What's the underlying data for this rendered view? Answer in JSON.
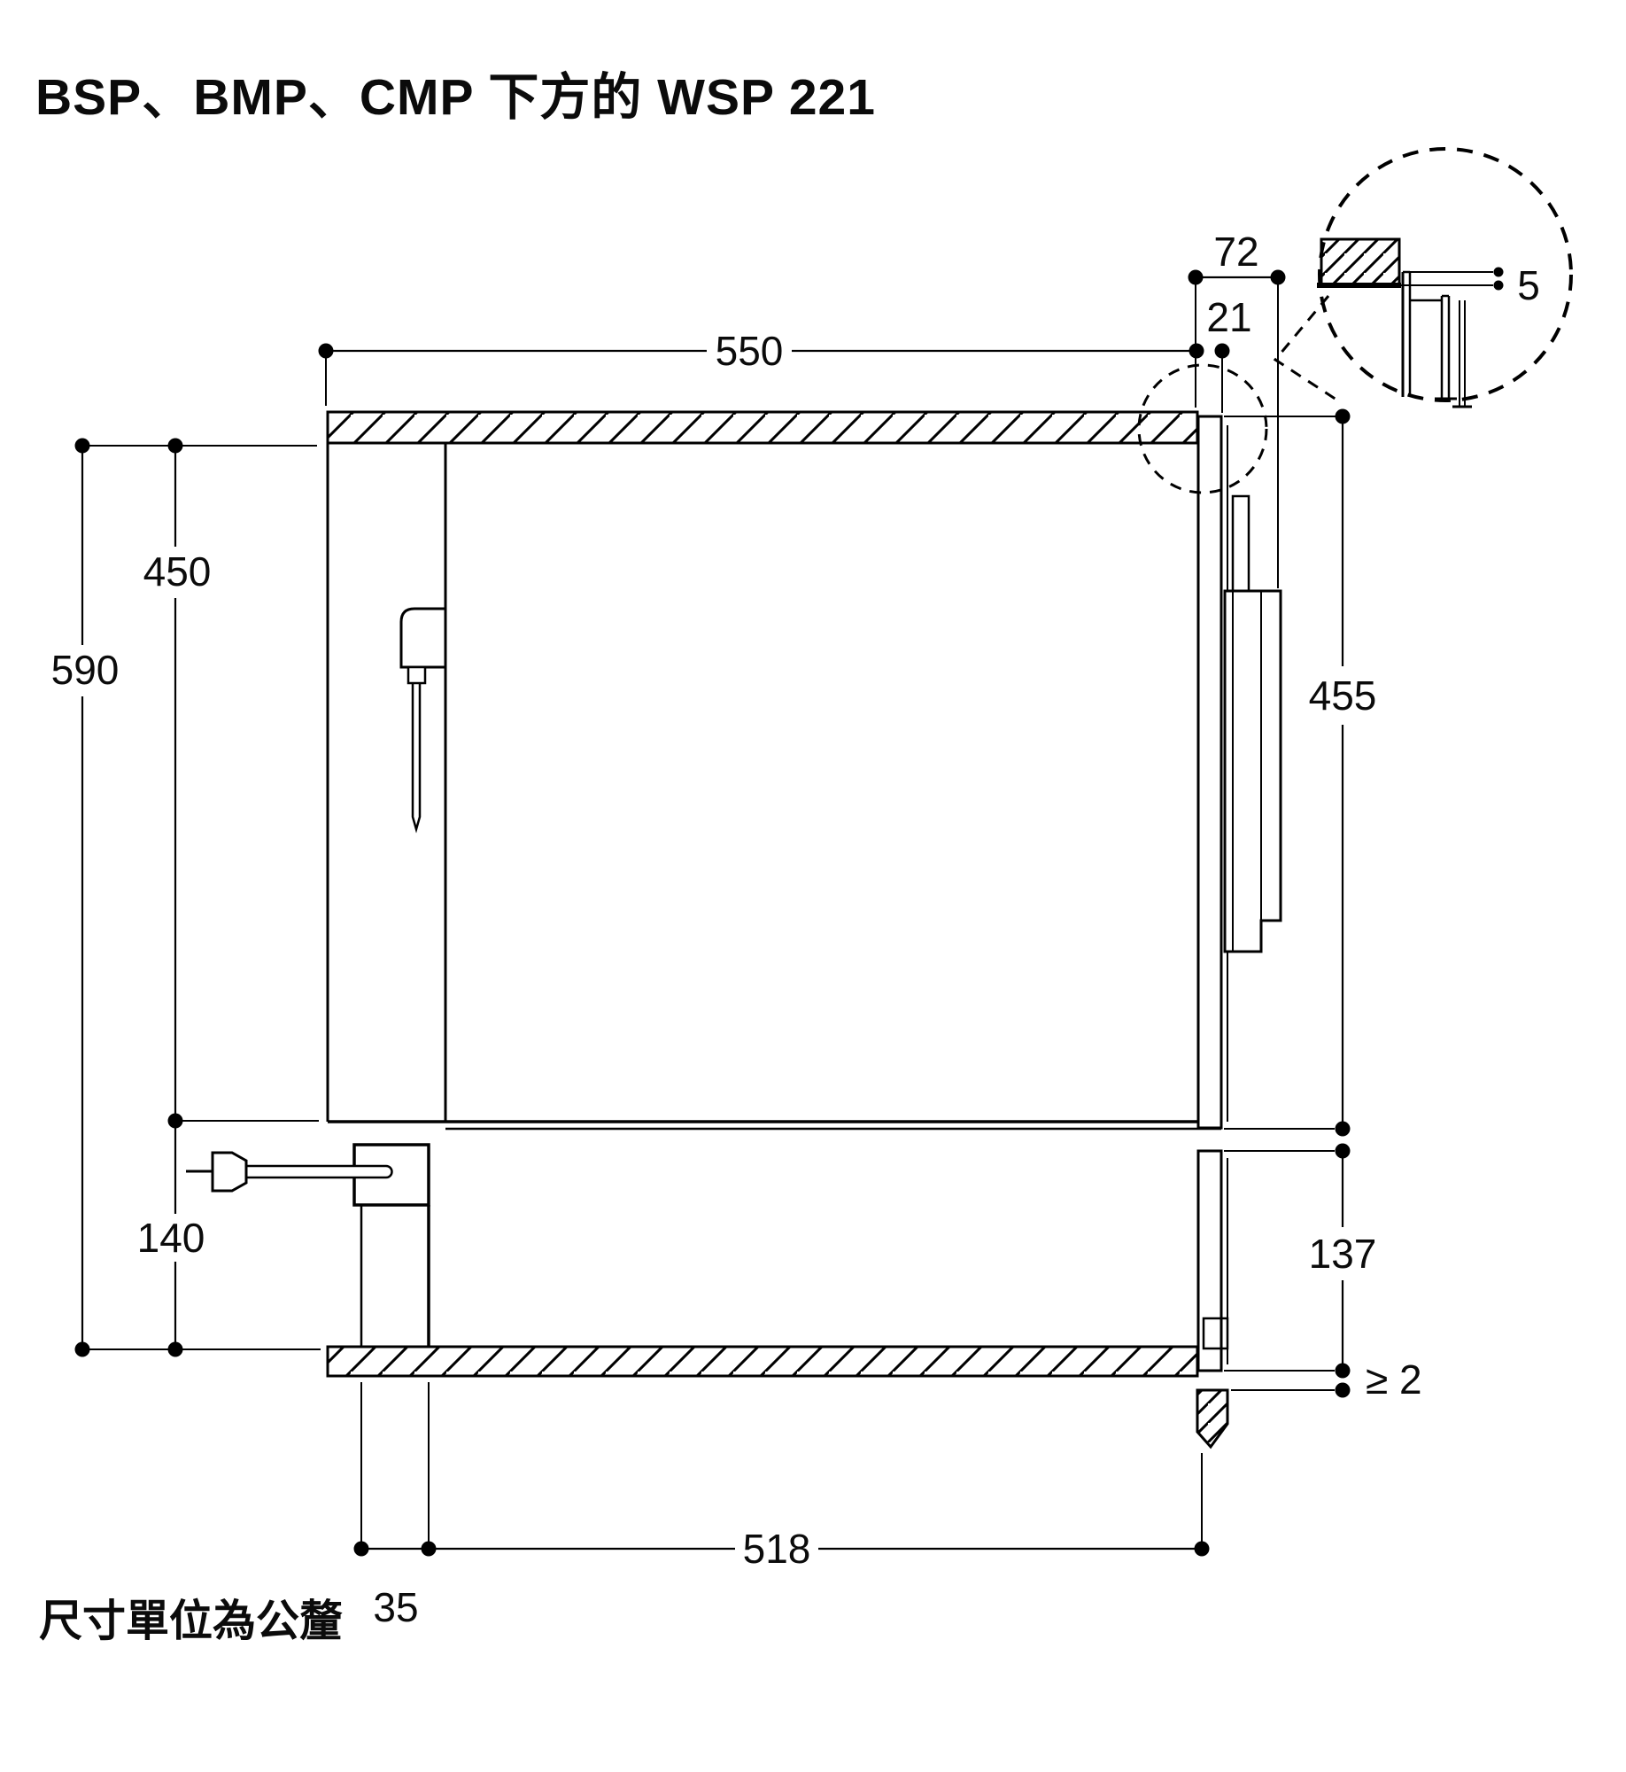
{
  "title": "BSP、BMP、CMP 下方的 WSP 221",
  "note": "尺寸單位為公釐",
  "dims": {
    "niche_depth": "550",
    "handle_projection": "72",
    "door_projection": "21",
    "detail_overlap": "5",
    "oven_niche_height": "450",
    "total_height": "590",
    "drawer_zone_height": "140",
    "front_height": "455",
    "drawer_front_height": "137",
    "base_depth": "518",
    "back_clearance": "35",
    "min_gap": "≥ 2"
  },
  "colors": {
    "line": "#000000",
    "background": "#ffffff"
  }
}
